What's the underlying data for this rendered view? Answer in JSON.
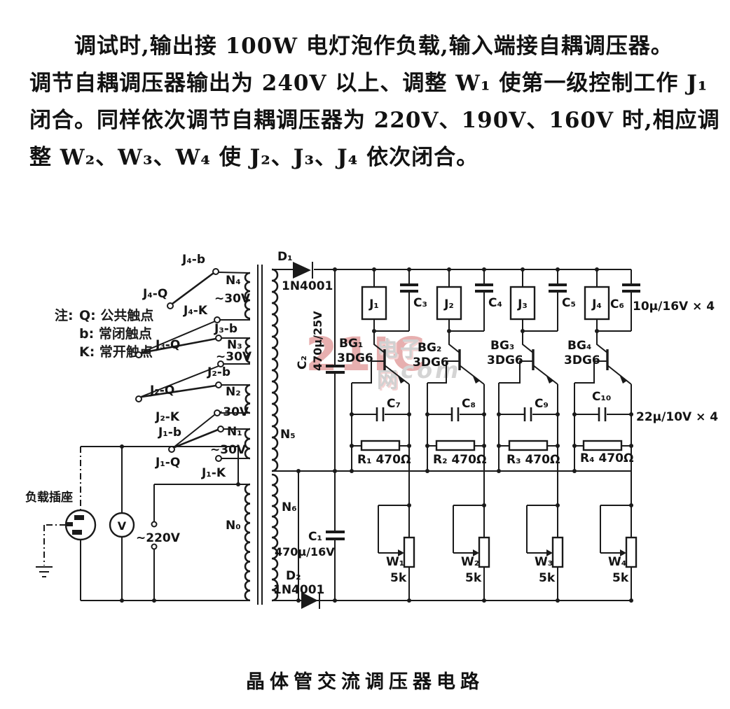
{
  "paragraph": {
    "line1": "调试时,输出接 100W 电灯泡作负载,输入端接自耦调压器。",
    "line2": "调节自耦调压器输出为 240V 以上、调整 W₁ 使第一级控制工作 J₁",
    "line3": "闭合。同样依次调节自耦调压器为 220V、190V、160V 时,相应调",
    "line4": "整 W₂、W₃、W₄ 使 J₂、J₃、J₄ 依次闭合。"
  },
  "note": {
    "title": "注:",
    "q": "Q: 公共触点",
    "b": "b: 常闭触点",
    "k": "K: 常开触点"
  },
  "caption": "晶体管交流调压器电路",
  "watermark": {
    "brand": "21IC",
    "site": "电子网",
    "domain": ".com"
  },
  "labels": {
    "d1": "D₁",
    "d1_part": "1N4001",
    "d2": "D₂",
    "d2_part": "1N4001",
    "c2": "C₂",
    "c2_value": "470μ/25V",
    "c1": "C₁",
    "c1_value": "470μ/16V",
    "caps_top_value": "10μ/16V × 4",
    "caps_mid_value": "22μ/10V × 4",
    "input": "~220V",
    "meter": "V",
    "socket": "负载插座",
    "n0": "N₀",
    "n5": "N₅",
    "n6": "N₆",
    "windings": [
      {
        "name": "N₄",
        "volt": "~30V"
      },
      {
        "name": "N₃",
        "volt": "~30V"
      },
      {
        "name": "N₂",
        "volt": "~30V"
      },
      {
        "name": "N₁",
        "volt": "~30V"
      }
    ],
    "contacts": {
      "j4b": "J₄-b",
      "j4q": "J₄-Q",
      "j4k": "J₄-K",
      "j3b": "J₃-b",
      "j3q": "J₃-Q",
      "j2b": "J₂-b",
      "j2q": "J₂-Q",
      "j2k": "J₂-K",
      "j1b": "J₁-b",
      "j1q": "J₁-Q",
      "j1k": "J₁-K"
    }
  },
  "stages": [
    {
      "relay": "J₁",
      "cap_top": "C₃",
      "bg": "BG₁",
      "bg_type": "3DG6",
      "cap_mid": "C₇",
      "r": "R₁ 470Ω",
      "w": "W₁",
      "w_value": "5k"
    },
    {
      "relay": "J₂",
      "cap_top": "C₄",
      "bg": "BG₂",
      "bg_type": "3DG6",
      "cap_mid": "C₈",
      "r": "R₂ 470Ω",
      "w": "W₂",
      "w_value": "5k"
    },
    {
      "relay": "J₃",
      "cap_top": "C₅",
      "bg": "BG₃",
      "bg_type": "3DG6",
      "cap_mid": "C₉",
      "r": "R₃ 470Ω",
      "w": "W₃",
      "w_value": "5k"
    },
    {
      "relay": "J₄",
      "cap_top": "C₆",
      "bg": "BG₄",
      "bg_type": "3DG6",
      "cap_mid": "C₁₀",
      "r": "R₄ 470Ω",
      "w": "W₄",
      "w_value": "5k"
    }
  ]
}
